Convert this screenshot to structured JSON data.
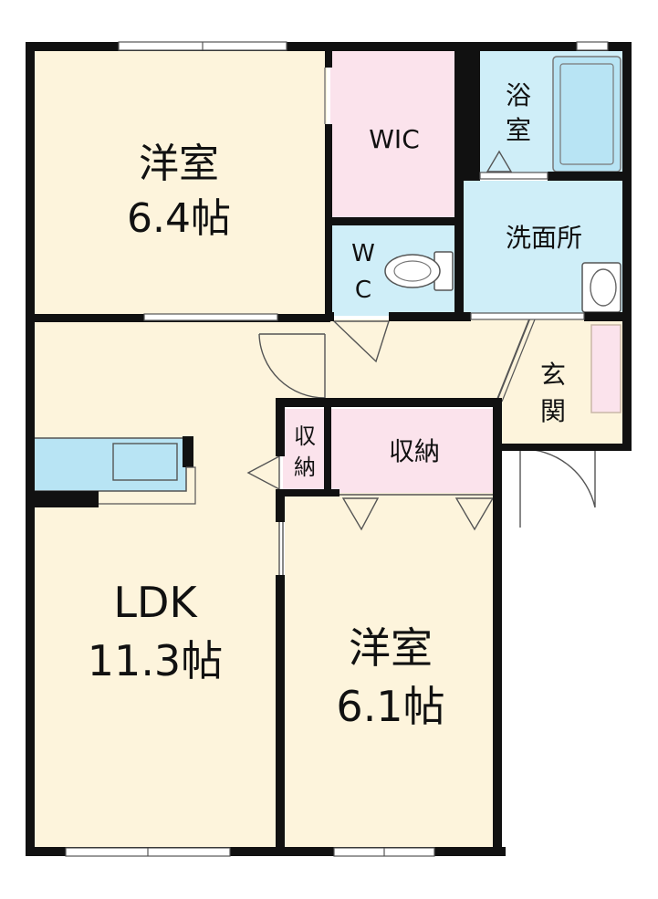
{
  "rooms": {
    "bedroom_north": {
      "name": "洋室",
      "size": "6.4帖"
    },
    "bedroom_south": {
      "name": "洋室",
      "size": "6.1帖"
    },
    "ldk": {
      "name": "LDK",
      "size": "11.3帖"
    },
    "wic": {
      "name": "WIC"
    },
    "wc": {
      "line1": "W",
      "line2": "C"
    },
    "bath": {
      "line1": "浴",
      "line2": "室"
    },
    "washroom": {
      "name": "洗面所"
    },
    "entrance": {
      "line1": "玄",
      "line2": "関"
    },
    "storage_small": {
      "line1": "収",
      "line2": "納"
    },
    "storage_large": {
      "name": "収納"
    }
  },
  "colors": {
    "wall": "#111111",
    "floor": "#fdf4dc",
    "wet_area": "#cfeef8",
    "storage": "#fbe3ec",
    "fixture": "#b8e4f4"
  }
}
